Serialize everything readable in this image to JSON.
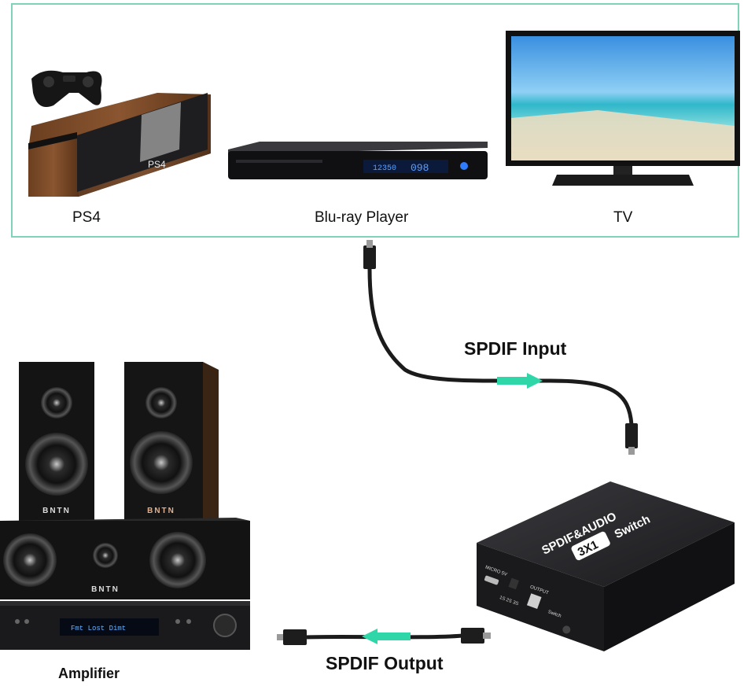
{
  "devices": {
    "ps4_label": "PS4",
    "ps4_console_text": "PS4",
    "bluray_label": "Blu-ray Player",
    "bluray_display_time": "12350",
    "bluray_display_track": "098",
    "tv_label": "TV"
  },
  "cables": {
    "input_label": "SPDIF Input",
    "output_label": "SPDIF Output"
  },
  "amplifier": {
    "label": "Amplifier",
    "speaker_brand": "BNTN",
    "display_text": "Fmt Lost Dimt"
  },
  "switch_box": {
    "title": "SPDIF&AUDIO",
    "subtitle": "3X1",
    "switch_word": "Switch",
    "port_micro": "MICRO 5V",
    "port_output": "OUTPUT",
    "port_switch": "Switch",
    "port_numbers": "1S 2S 3S"
  },
  "colors": {
    "panel_border": "#7fd3b8",
    "arrow": "#2fd6a8"
  }
}
